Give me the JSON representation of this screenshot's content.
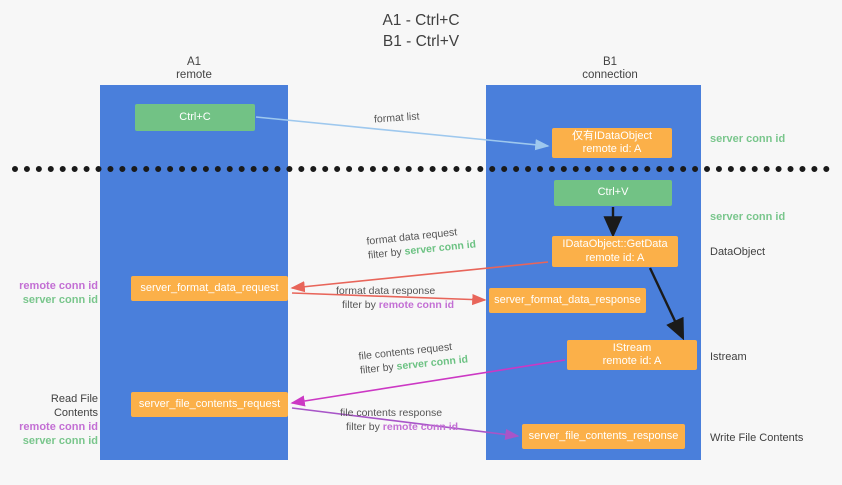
{
  "title": {
    "line1": "A1 - Ctrl+C",
    "line2": "B1 - Ctrl+V"
  },
  "lanes": [
    {
      "name": "A1",
      "sub": "remote",
      "color": "#4a7fdb"
    },
    {
      "name": "B1",
      "sub": "connection",
      "color": "#4a7fdb"
    }
  ],
  "nodes": {
    "ctrl_c": {
      "label": "Ctrl+C",
      "color": "#72c285"
    },
    "data_object": {
      "label": "仅有IDataObject",
      "sub": "remote id: A",
      "color": "#fbb049"
    },
    "ctrl_v": {
      "label": "Ctrl+V",
      "color": "#72c285"
    },
    "get_data": {
      "label": "IDataObject::GetData",
      "sub": "remote id: A",
      "color": "#fbb049"
    },
    "format_data_request": {
      "label": "server_format_data_request",
      "color": "#fbb049"
    },
    "format_data_response": {
      "label": "server_format_data_response",
      "color": "#fbb049"
    },
    "istream": {
      "label": "IStream",
      "sub": "remote id: A",
      "color": "#fbb049"
    },
    "file_contents_request": {
      "label": "server_file_contents_request",
      "color": "#fbb049"
    },
    "file_contents_response": {
      "label": "server_file_contents_response",
      "color": "#fbb049"
    }
  },
  "right_tags": {
    "server_conn_id_top": "server conn id",
    "server_conn_id_mid": "server conn id",
    "data_object": "DataObject",
    "istream": "Istream",
    "write_file_contents": "Write File Contents"
  },
  "left_tags": {
    "remote_conn_id_1": "remote conn id",
    "server_conn_id_1": "server conn id",
    "read_file_contents": "Read File Contents",
    "remote_conn_id_2": "remote conn id",
    "server_conn_id_2": "server conn id"
  },
  "annotations": {
    "format_list": "format list",
    "format_data_request": {
      "line1": "format data request",
      "filter_prefix": "filter by ",
      "filter_value": "server conn id"
    },
    "format_data_response": {
      "line1": "format data response",
      "filter_prefix": "filter by ",
      "filter_value": "remote conn id"
    },
    "file_contents_request": {
      "line1": "file contents request",
      "filter_prefix": "filter by ",
      "filter_value": "server conn id"
    },
    "file_contents_response": {
      "line1": "file contents response",
      "filter_prefix": "filter by ",
      "filter_value": "remote conn id"
    }
  },
  "colors": {
    "lane": "#4a7fdb",
    "green_box": "#72c285",
    "orange_box": "#fbb049",
    "green_text": "#79c68c",
    "purple_text": "#c36fd4",
    "arrow_blue": "#9ec8ee",
    "arrow_red": "#e8655a",
    "arrow_magenta": "#cc38c4",
    "arrow_purple": "#a855c8",
    "arrow_black": "#1a1a1a",
    "divider": "#1a1a1a",
    "background": "#f7f7f7"
  }
}
